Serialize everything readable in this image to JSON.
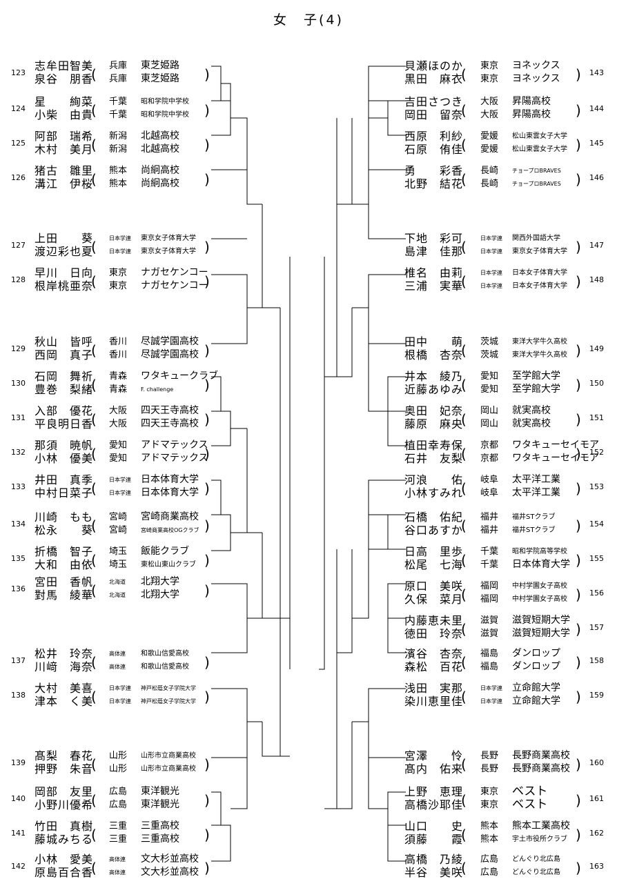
{
  "title": "女　子(4)",
  "left": [
    {
      "seed": "123",
      "p": [
        {
          "name": "志牟田智美",
          "pref": "兵庫",
          "team": "東芝姫路"
        },
        {
          "name": "泉谷　朋香",
          "pref": "兵庫",
          "team": "東芝姫路"
        }
      ]
    },
    {
      "seed": "124",
      "p": [
        {
          "name": "星　　絢菜",
          "pref": "千葉",
          "team": "昭和学院中学校"
        },
        {
          "name": "小柴　由貴",
          "pref": "千葉",
          "team": "昭和学院中学校"
        }
      ]
    },
    {
      "seed": "125",
      "p": [
        {
          "name": "阿部　瑞希",
          "pref": "新潟",
          "team": "北越高校"
        },
        {
          "name": "木村　美月",
          "pref": "新潟",
          "team": "北越高校"
        }
      ]
    },
    {
      "seed": "126",
      "p": [
        {
          "name": "猪古　雛里",
          "pref": "熊本",
          "team": "尚絅高校"
        },
        {
          "name": "溝江　伊桜",
          "pref": "熊本",
          "team": "尚絅高校"
        }
      ]
    },
    {
      "seed": "127",
      "p": [
        {
          "name": "上田　　葵",
          "pref": "日本学連",
          "team": "東京女子体育大学"
        },
        {
          "name": "渡辺彩也夏",
          "pref": "日本学連",
          "team": "東京女子体育大学"
        }
      ]
    },
    {
      "seed": "128",
      "p": [
        {
          "name": "早川　日向",
          "pref": "東京",
          "team": "ナガセケンコー"
        },
        {
          "name": "根岸桃亜奈",
          "pref": "東京",
          "team": "ナガセケンコー"
        }
      ]
    },
    {
      "seed": "129",
      "p": [
        {
          "name": "秋山　皆呼",
          "pref": "香川",
          "team": "尽誠学園高校"
        },
        {
          "name": "西岡　真子",
          "pref": "香川",
          "team": "尽誠学園高校"
        }
      ]
    },
    {
      "seed": "130",
      "p": [
        {
          "name": "石岡　舞祈",
          "pref": "青森",
          "team": "ワタキュークラブ"
        },
        {
          "name": "豊巻　梨緒",
          "pref": "青森",
          "team": "F. challenge"
        }
      ]
    },
    {
      "seed": "131",
      "p": [
        {
          "name": "入部　優花",
          "pref": "大阪",
          "team": "四天王寺高校"
        },
        {
          "name": "平良明日香",
          "pref": "大阪",
          "team": "四天王寺高校"
        }
      ]
    },
    {
      "seed": "132",
      "p": [
        {
          "name": "那須　暁帆",
          "pref": "愛知",
          "team": "アドマテックス"
        },
        {
          "name": "小林　優美",
          "pref": "愛知",
          "team": "アドマテックス"
        }
      ]
    },
    {
      "seed": "133",
      "p": [
        {
          "name": "井田　真季",
          "pref": "日本学連",
          "team": "日本体育大学"
        },
        {
          "name": "中村日菜子",
          "pref": "日本学連",
          "team": "日本体育大学"
        }
      ]
    },
    {
      "seed": "134",
      "p": [
        {
          "name": "川崎　もも",
          "pref": "宮崎",
          "team": "宮崎商業高校"
        },
        {
          "name": "松永　　葵",
          "pref": "宮崎",
          "team": "宮崎商業高校OGクラブ"
        }
      ]
    },
    {
      "seed": "135",
      "p": [
        {
          "name": "折橋　智子",
          "pref": "埼玉",
          "team": "飯能クラブ"
        },
        {
          "name": "大和　由依",
          "pref": "埼玉",
          "team": "東松山東山クラブ"
        }
      ]
    },
    {
      "seed": "136",
      "p": [
        {
          "name": "宮田　香帆",
          "pref": "北海道",
          "team": "北翔大学"
        },
        {
          "name": "對馬　綾華",
          "pref": "北海道",
          "team": "北翔大学"
        }
      ]
    },
    {
      "seed": "137",
      "p": [
        {
          "name": "松井　玲奈",
          "pref": "高体連",
          "team": "和歌山信愛高校"
        },
        {
          "name": "川﨑　海奈",
          "pref": "高体連",
          "team": "和歌山信愛高校"
        }
      ]
    },
    {
      "seed": "138",
      "p": [
        {
          "name": "大村　美喜",
          "pref": "日本学連",
          "team": "神戸松蔭女子学院大学"
        },
        {
          "name": "津本　く美",
          "pref": "日本学連",
          "team": "神戸松蔭女子学院大学"
        }
      ]
    },
    {
      "seed": "139",
      "p": [
        {
          "name": "髙梨　春花",
          "pref": "山形",
          "team": "山形市立商業高校"
        },
        {
          "name": "押野　朱音",
          "pref": "山形",
          "team": "山形市立商業高校"
        }
      ]
    },
    {
      "seed": "140",
      "p": [
        {
          "name": "岡部　友里",
          "pref": "広島",
          "team": "東洋観光"
        },
        {
          "name": "小野川優希",
          "pref": "広島",
          "team": "東洋観光"
        }
      ]
    },
    {
      "seed": "141",
      "p": [
        {
          "name": "竹田　真樹",
          "pref": "三重",
          "team": "三重高校"
        },
        {
          "name": "藤城みちる",
          "pref": "三重",
          "team": "三重高校"
        }
      ]
    },
    {
      "seed": "142",
      "p": [
        {
          "name": "小林　愛美",
          "pref": "高体連",
          "team": "文大杉並高校"
        },
        {
          "name": "原島百合香",
          "pref": "高体連",
          "team": "文大杉並高校"
        }
      ]
    }
  ],
  "right": [
    {
      "seed": "143",
      "p": [
        {
          "name": "貝瀬ほのか",
          "pref": "東京",
          "team": "ヨネックス"
        },
        {
          "name": "黒田　麻衣",
          "pref": "東京",
          "team": "ヨネックス"
        }
      ]
    },
    {
      "seed": "144",
      "p": [
        {
          "name": "吉田さつき",
          "pref": "大阪",
          "team": "昇陽高校"
        },
        {
          "name": "岡田　留奈",
          "pref": "大阪",
          "team": "昇陽高校"
        }
      ]
    },
    {
      "seed": "145",
      "p": [
        {
          "name": "西原　利紗",
          "pref": "愛媛",
          "team": "松山東雲女子大学"
        },
        {
          "name": "石原　侑佳",
          "pref": "愛媛",
          "team": "松山東雲女子大学"
        }
      ]
    },
    {
      "seed": "146",
      "p": [
        {
          "name": "勇　　彩香",
          "pref": "長崎",
          "team": "チョープロBRAVES"
        },
        {
          "name": "北野　結花",
          "pref": "長崎",
          "team": "チョープロBRAVES"
        }
      ]
    },
    {
      "seed": "147",
      "p": [
        {
          "name": "下地　彩可",
          "pref": "日本学連",
          "team": "関西外国語大学"
        },
        {
          "name": "島津　佳那",
          "pref": "日本学連",
          "team": "東京女子体育大学"
        }
      ]
    },
    {
      "seed": "148",
      "p": [
        {
          "name": "椎名　由莉",
          "pref": "日本学連",
          "team": "日本女子体育大学"
        },
        {
          "name": "三浦　実華",
          "pref": "日本学連",
          "team": "日本女子体育大学"
        }
      ]
    },
    {
      "seed": "149",
      "p": [
        {
          "name": "田中　　萌",
          "pref": "茨城",
          "team": "東洋大学牛久高校"
        },
        {
          "name": "根橋　杏奈",
          "pref": "茨城",
          "team": "東洋大学牛久高校"
        }
      ]
    },
    {
      "seed": "150",
      "p": [
        {
          "name": "井本　綾乃",
          "pref": "愛知",
          "team": "至学館大学"
        },
        {
          "name": "近藤あゆみ",
          "pref": "愛知",
          "team": "至学館大学"
        }
      ]
    },
    {
      "seed": "151",
      "p": [
        {
          "name": "奥田　妃奈",
          "pref": "岡山",
          "team": "就実高校"
        },
        {
          "name": "藤原　麻央",
          "pref": "岡山",
          "team": "就実高校"
        }
      ]
    },
    {
      "seed": "152",
      "p": [
        {
          "name": "植田幸寿保",
          "pref": "京都",
          "team": "ワタキューセイモア"
        },
        {
          "name": "石井　友梨",
          "pref": "京都",
          "team": "ワタキューセイモア"
        }
      ]
    },
    {
      "seed": "153",
      "p": [
        {
          "name": "河浪　　佑",
          "pref": "岐阜",
          "team": "太平洋工業"
        },
        {
          "name": "小林すみれ",
          "pref": "岐阜",
          "team": "太平洋工業"
        }
      ]
    },
    {
      "seed": "154",
      "p": [
        {
          "name": "石橋　佑紀",
          "pref": "福井",
          "team": "福井STクラブ"
        },
        {
          "name": "谷口あすか",
          "pref": "福井",
          "team": "福井STクラブ"
        }
      ]
    },
    {
      "seed": "155",
      "p": [
        {
          "name": "日高　里歩",
          "pref": "千葉",
          "team": "昭和学院高等学校"
        },
        {
          "name": "松尾　七海",
          "pref": "千葉",
          "team": "日本体育大学"
        }
      ]
    },
    {
      "seed": "156",
      "p": [
        {
          "name": "原口　美咲",
          "pref": "福岡",
          "team": "中村学園女子高校"
        },
        {
          "name": "久保　菜月",
          "pref": "福岡",
          "team": "中村学園女子高校"
        }
      ]
    },
    {
      "seed": "157",
      "p": [
        {
          "name": "内藤恵未里",
          "pref": "滋賀",
          "team": "滋賀短期大学"
        },
        {
          "name": "徳田　玲奈",
          "pref": "滋賀",
          "team": "滋賀短期大学"
        }
      ]
    },
    {
      "seed": "158",
      "p": [
        {
          "name": "濱谷　杏奈",
          "pref": "福島",
          "team": "ダンロップ"
        },
        {
          "name": "森松　百花",
          "pref": "福島",
          "team": "ダンロップ"
        }
      ]
    },
    {
      "seed": "159",
      "p": [
        {
          "name": "浅田　実那",
          "pref": "日本学連",
          "team": "立命館大学"
        },
        {
          "name": "染川恵里佳",
          "pref": "日本学連",
          "team": "立命館大学"
        }
      ]
    },
    {
      "seed": "160",
      "p": [
        {
          "name": "宮澤　　怜",
          "pref": "長野",
          "team": "長野商業高校"
        },
        {
          "name": "髙内　佑来",
          "pref": "長野",
          "team": "長野商業高校"
        }
      ]
    },
    {
      "seed": "161",
      "p": [
        {
          "name": "上野　恵理",
          "pref": "東京",
          "team": "ベスト"
        },
        {
          "name": "高橋沙耶佳",
          "pref": "東京",
          "team": "ベスト"
        }
      ]
    },
    {
      "seed": "162",
      "p": [
        {
          "name": "山口　　史",
          "pref": "熊本",
          "team": "熊本工業高校"
        },
        {
          "name": "須藤　　霞",
          "pref": "熊本",
          "team": "宇土市役所クラブ"
        }
      ]
    },
    {
      "seed": "163",
      "p": [
        {
          "name": "高橋　乃綾",
          "pref": "広島",
          "team": "どんぐり北広島"
        },
        {
          "name": "半谷　美咲",
          "pref": "広島",
          "team": "どんぐり北広島"
        }
      ]
    }
  ]
}
